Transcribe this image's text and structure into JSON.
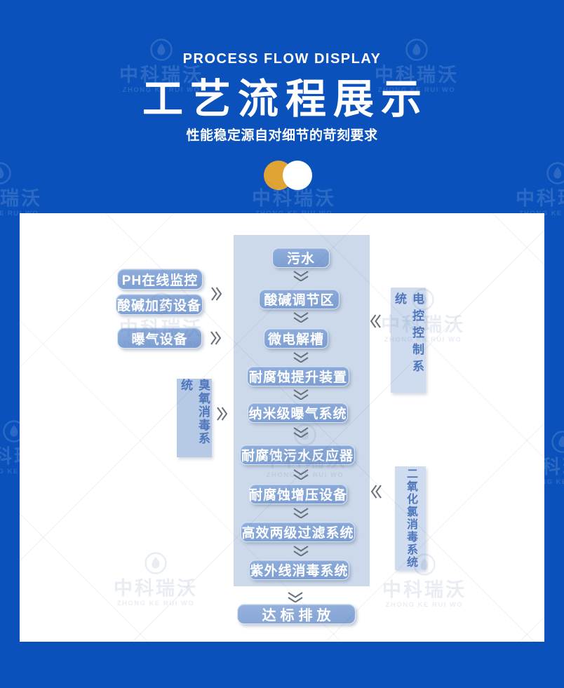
{
  "header": {
    "kicker": "PROCESS FLOW DISPLAY",
    "title": "工艺流程展示",
    "subtitle": "性能稳定源自对细节的苛刻要求"
  },
  "watermark": {
    "name": "中科瑞沃",
    "romanized": "ZHONG KE RUI WO"
  },
  "flow": {
    "source_steps": [
      "污水",
      "酸碱调节区",
      "微电解槽",
      "耐腐蚀提升装置",
      "纳米级曝气系统",
      "耐腐蚀污水反应器",
      "耐腐蚀增压设备",
      "高效两级过滤系统",
      "紫外线消毒系统"
    ],
    "final_step": "达标排放",
    "left_equipment": [
      "PH在线监控",
      "酸碱加药设备",
      "曝气设备"
    ],
    "left_system": "臭氧消毒系统",
    "right_systems": [
      "电控控制系统",
      "二氧化氯消毒系统"
    ]
  },
  "colors": {
    "background": "#0A51BC",
    "card": "#FFFFFF",
    "flow_panel": "#CCD9EB",
    "flow_box": "#7E9FD3",
    "final_box": "#86A5D3",
    "ozone_box": "#B6C9E5",
    "control_box": "#CFDCEF",
    "system_text": "#4F77BC",
    "chevron": "#6A737D",
    "circle_gold": "#DFA434",
    "circle_white": "#FFFFFF",
    "box_text": "#FFFFFF"
  }
}
